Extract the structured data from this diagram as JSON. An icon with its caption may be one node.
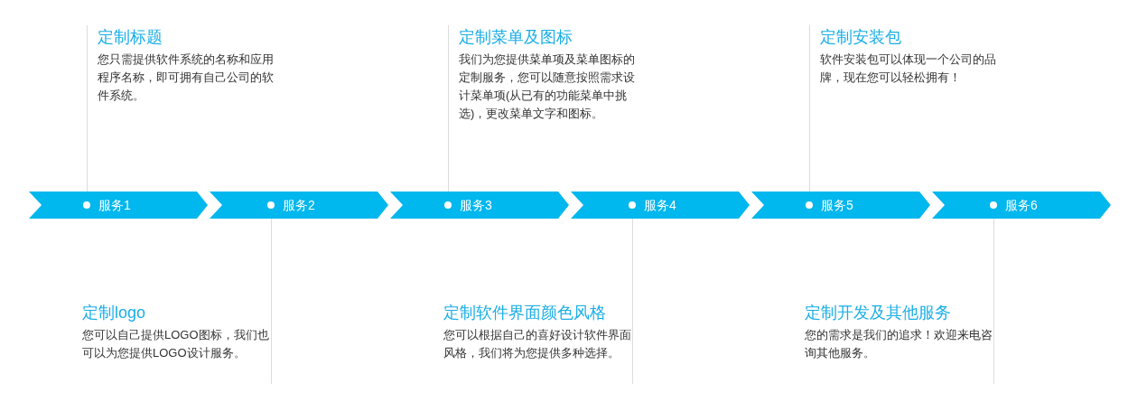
{
  "diagram": {
    "nodes": [
      {
        "text": [
          "定制标题",
          "您只需提供软件系统的名称和应用程序名称，即可拥有自己公司的软件系统。"
        ]
      },
      {
        "text": [
          "定制菜单及图标",
          "我们为您提供菜单项及菜单图标的定制服务，您可以随意按照需求设计菜单项(从已有的功能菜单中挑选)，更改菜单文字和图标。"
        ]
      },
      {
        "text": [
          "定制安装包",
          "软件安装包可以体现一个公司的品牌，现在您可以轻松拥有！"
        ]
      },
      {
        "text": [
          "服务1"
        ]
      },
      {
        "text": [
          "服务2"
        ]
      },
      {
        "text": [
          "服务3"
        ]
      },
      {
        "text": [
          "服务4"
        ]
      },
      {
        "text": [
          "服务5"
        ]
      },
      {
        "text": [
          "服务6"
        ]
      },
      {
        "text": [
          "定制logo",
          "您可以自己提供LOGO图标，我们也可以为您提供LOGO设计服务。"
        ]
      },
      {
        "text": [
          "定制软件界面颜色风格",
          "您可以根据自己的喜好设计软件界面风格，我们将为您提供多种选择。"
        ]
      },
      {
        "text": [
          "定制开发及其他服务",
          "您的需求是我们的追求！欢迎来电咨询其他服务。"
        ]
      }
    ],
    "edges": [
      {
        "from": 0,
        "to": 3,
        "arrow": "none"
      },
      {
        "from": 9,
        "to": 4,
        "arrow": "none"
      },
      {
        "from": 1,
        "to": 5,
        "arrow": "none"
      },
      {
        "from": 10,
        "to": 6,
        "arrow": "none"
      },
      {
        "from": 2,
        "to": 7,
        "arrow": "none"
      },
      {
        "from": 11,
        "to": 8,
        "arrow": "none"
      }
    ]
  }
}
